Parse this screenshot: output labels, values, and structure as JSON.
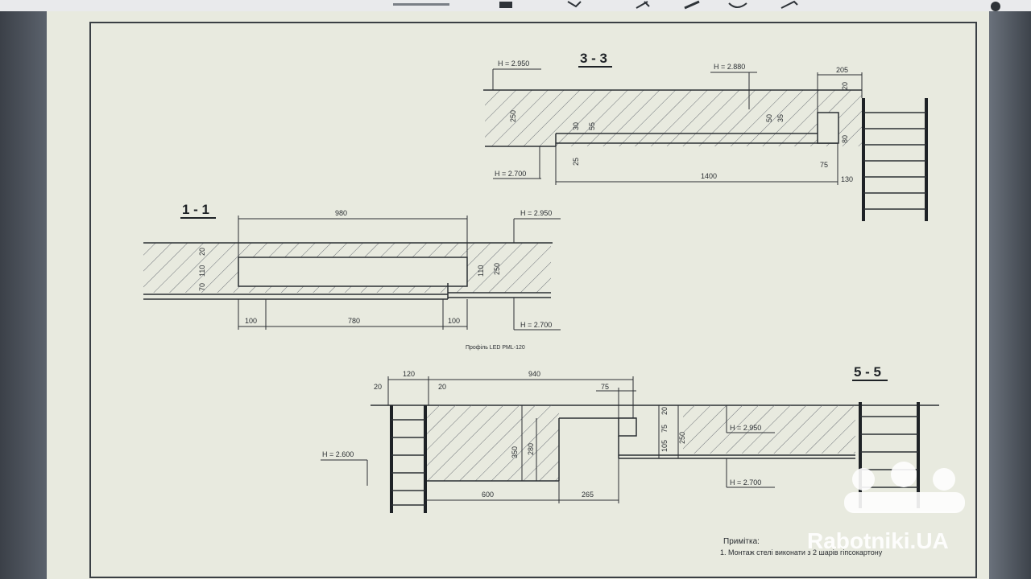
{
  "sections": {
    "s33": {
      "title": "3 - 3",
      "levels": [
        "H = 2.950",
        "H = 2.880",
        "H = 2.700"
      ],
      "dims": [
        "205",
        "20",
        "50",
        "35",
        "250",
        "30",
        "55",
        "25",
        "80",
        "75",
        "1400",
        "130"
      ]
    },
    "s11": {
      "title": "1 - 1",
      "levels": [
        "H = 2.950",
        "H = 2.700"
      ],
      "dims": [
        "980",
        "20",
        "110",
        "70",
        "250",
        "110",
        "100",
        "780",
        "100"
      ],
      "profile_label": "Профіль LED PML-120"
    },
    "s55": {
      "title": "5 - 5",
      "levels": [
        "H = 2.600",
        "H = 2.950",
        "H = 2.700"
      ],
      "dims": [
        "120",
        "940",
        "20",
        "20",
        "75",
        "350",
        "280",
        "20",
        "75",
        "105",
        "250",
        "600",
        "265"
      ]
    }
  },
  "note": {
    "heading": "Примітка:",
    "text": "1. Монтаж стелі виконати з 2 шарів гіпсокартону"
  },
  "watermark": {
    "brand": "Rabotniki.UA"
  },
  "colors": {
    "paper": "#e8eadf",
    "line": "#2b2f33",
    "hatch": "#6d7278"
  }
}
